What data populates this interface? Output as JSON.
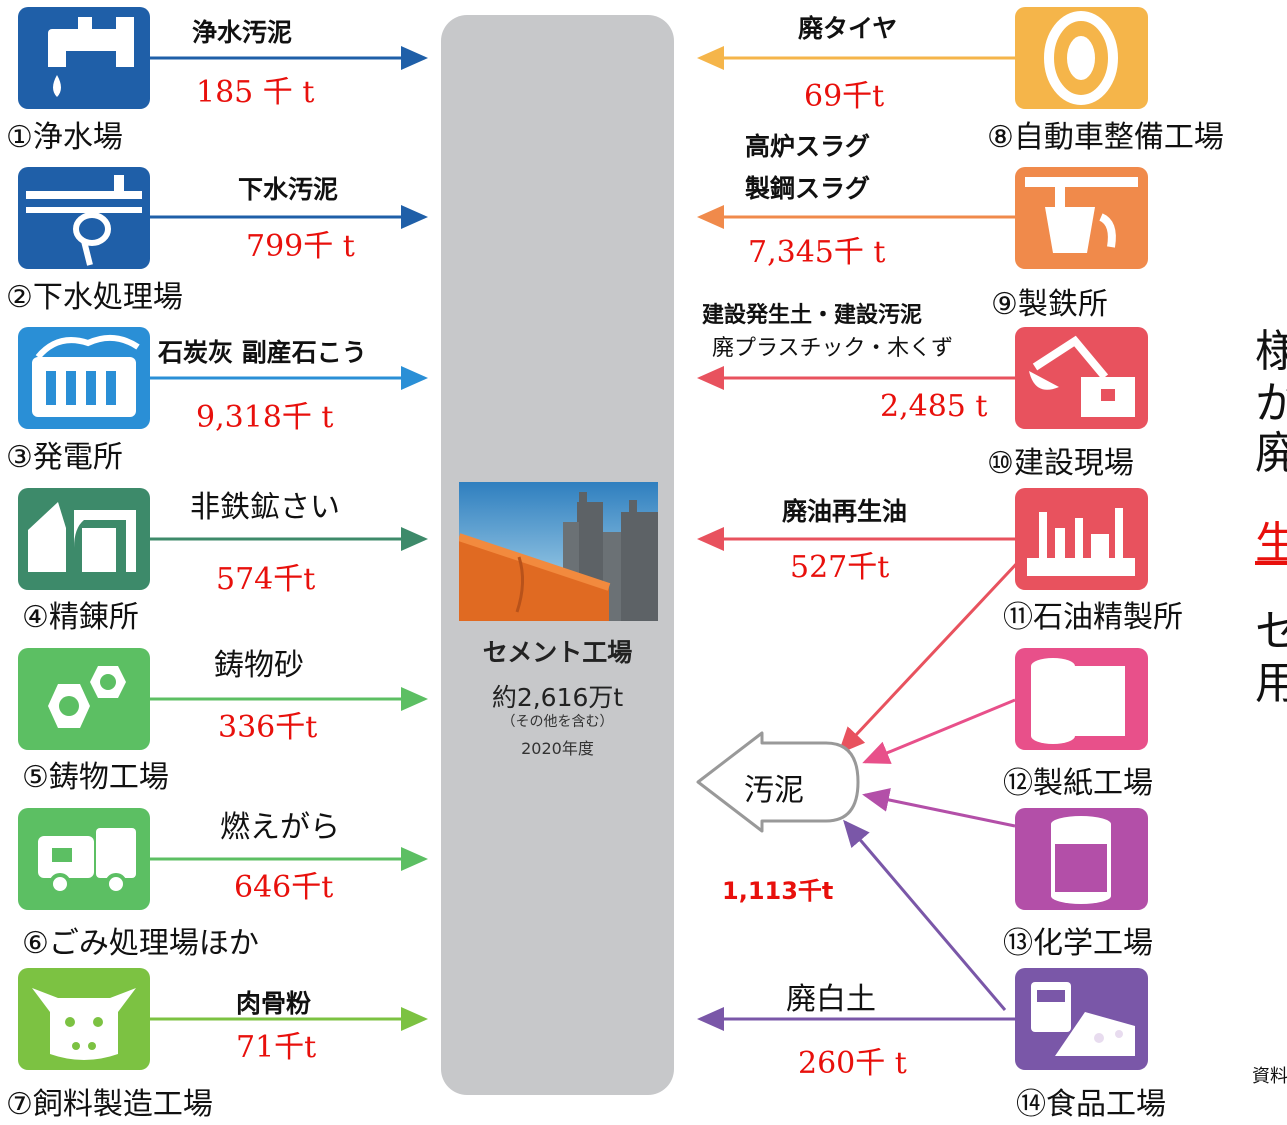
{
  "factory": {
    "name": "セメント工場",
    "amount": "約2,616万t",
    "note": "（その他を含む）",
    "year": "2020年度"
  },
  "left_flows": [
    {
      "facility": "①浄水場",
      "material": "浄水汚泥",
      "amount": "185 千 t",
      "color": "#1f5fa8",
      "icon": "water-tap-icon"
    },
    {
      "facility": "②下水処理場",
      "material": "下水汚泥",
      "amount": "799千 t",
      "color": "#1f5fa8",
      "icon": "sewage-pipe-icon"
    },
    {
      "facility": "③発電所",
      "material": "石炭灰 副産石こう",
      "amount": "9,318千 t",
      "color": "#2a8fd6",
      "icon": "power-plant-icon"
    },
    {
      "facility": "④精錬所",
      "material": "非鉄鉱さい",
      "amount": "574千t",
      "color": "#3d8a6a",
      "icon": "smelter-icon"
    },
    {
      "facility": "⑤鋳物工場",
      "material": "鋳物砂",
      "amount": "336千t",
      "color": "#5cbf63",
      "icon": "foundry-nut-icon"
    },
    {
      "facility": "⑥ごみ処理場ほか",
      "material": "燃えがら",
      "amount": "646千t",
      "color": "#5cbf63",
      "icon": "garbage-truck-icon"
    },
    {
      "facility": "⑦飼料製造工場",
      "material": "肉骨粉",
      "amount": "71千t",
      "color": "#7cc242",
      "icon": "cow-icon"
    }
  ],
  "right_flows": [
    {
      "facility": "⑧自動車整備工場",
      "material": "廃タイヤ",
      "amount": "69千t",
      "color": "#f5b54a",
      "icon": "tire-icon"
    },
    {
      "facility": "⑨製鉄所",
      "material_line1": "高炉スラグ",
      "material_line2": "製鋼スラグ",
      "amount": "7,345千 t",
      "color": "#f08a4b",
      "icon": "steel-ladle-icon"
    },
    {
      "facility": "⑩建設現場",
      "material_line1": "建設発生土・建設汚泥",
      "material_line2": "廃プラスチック・木くず",
      "amount": "2,485 t",
      "color": "#e8525e",
      "icon": "excavator-icon"
    },
    {
      "facility": "⑪石油精製所",
      "material": "廃油再生油",
      "amount": "527千t",
      "color": "#e8525e",
      "icon": "refinery-icon"
    },
    {
      "facility": "⑫製紙工場",
      "color": "#e8508a",
      "icon": "paper-roll-icon"
    },
    {
      "facility": "⑬化学工場",
      "color": "#b34fa8",
      "icon": "chemical-drum-icon"
    },
    {
      "facility": "⑭食品工場",
      "material": "廃白土",
      "amount": "260千 t",
      "color": "#7a57a8",
      "icon": "food-cheese-icon"
    }
  ],
  "sludge": {
    "label": "汚泥",
    "amount": "1,113千t"
  },
  "side_text": {
    "c1": "様",
    "c2": "か",
    "c3": "廃",
    "c4": "生",
    "c5": "セ",
    "c6": "用",
    "source": "資料"
  }
}
